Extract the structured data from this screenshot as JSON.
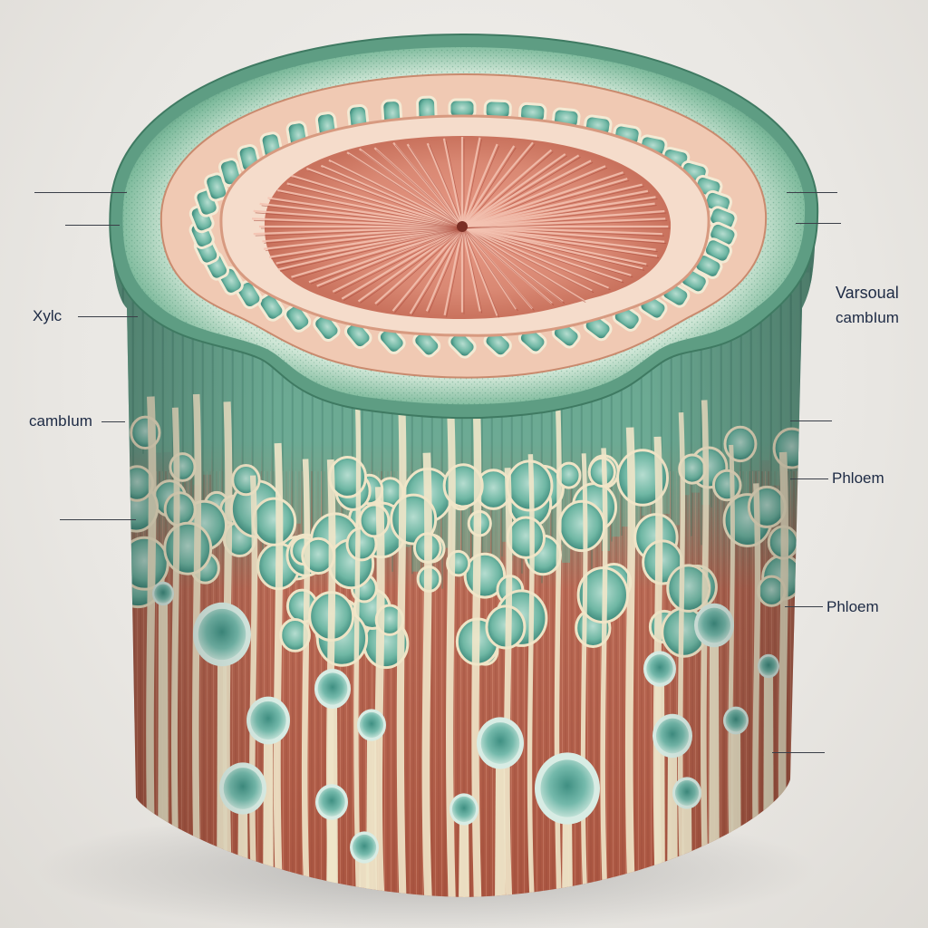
{
  "labels": {
    "xylem": "Xylc",
    "cambium_left": "cambIum",
    "vascular_cambium_line1": "Varsoual",
    "vascular_cambium_line2": "cambIum",
    "phloem_upper": "Phloem",
    "phloem_lower": "Phloem"
  },
  "colors": {
    "bark_green": "#5f9e86",
    "cortex_green": "#8cc3a6",
    "ring_salmon": "#e7a98a",
    "pith_pink": "#d98873",
    "vessel_teal": "#6fb7a4",
    "strand_cream": "#eee5c8",
    "tissue_brick": "#b9634f"
  }
}
